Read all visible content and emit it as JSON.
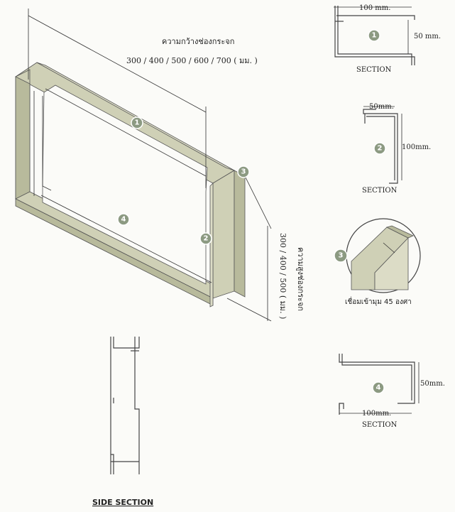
{
  "main_drawing": {
    "width_label": "ความกว้างช่องกระจก",
    "width_values": "300 / 400 / 500 / 600 / 700 ( มม. )",
    "height_label": "ความสูงช่องกระจก",
    "height_values": "300 / 400 / 500 ( มม. )"
  },
  "badges": [
    "1",
    "2",
    "3",
    "4"
  ],
  "sections": [
    {
      "id": "1",
      "top_dim": "100 mm.",
      "side_dim": "50 mm.",
      "caption": "SECTION"
    },
    {
      "id": "2",
      "top_dim": "50mm.",
      "side_dim": "100mm.",
      "caption": "SECTION"
    },
    {
      "id": "3",
      "caption": "เชื่อมเข้ามุม 45 องศา"
    },
    {
      "id": "4",
      "bottom_dim": "100mm.",
      "side_dim": "50mm.",
      "caption": "SECTION"
    }
  ],
  "side_section": {
    "caption": "SIDE SECTION"
  },
  "colors": {
    "frame": "#cfd0b6",
    "badge": "#8c9a82"
  }
}
